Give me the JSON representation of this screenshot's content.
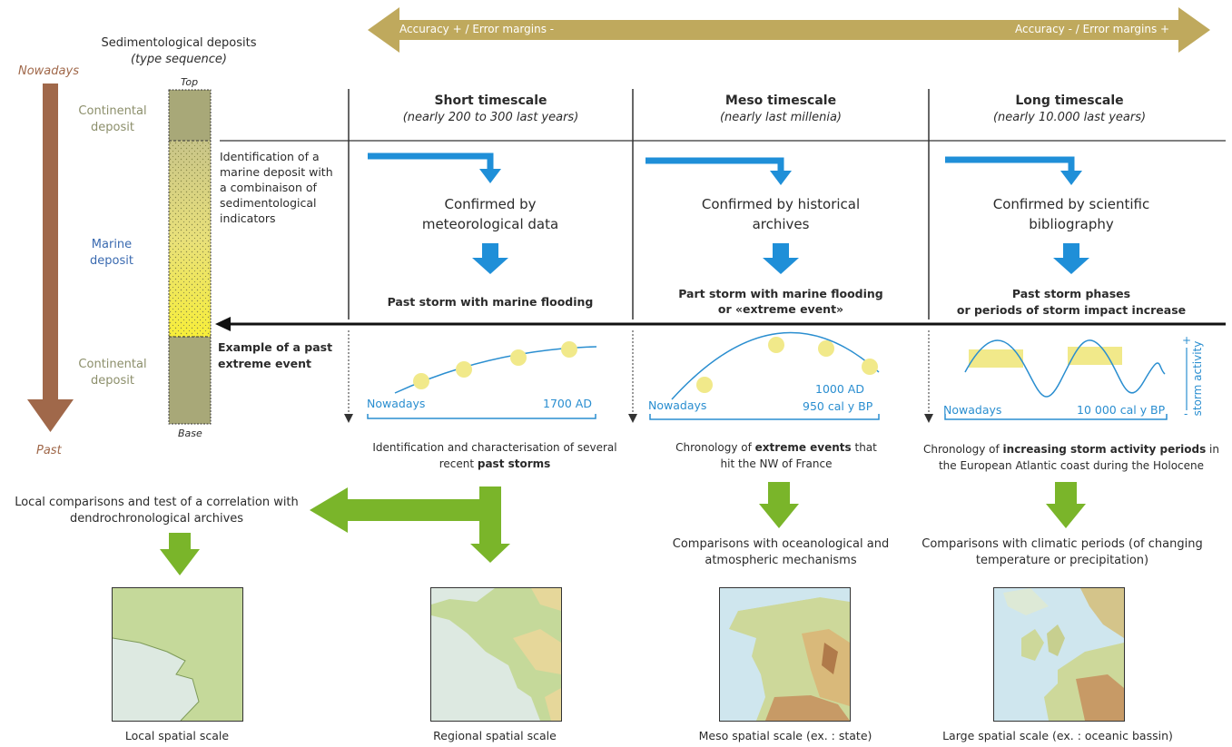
{
  "top_arrow": {
    "left_label": "Accuracy + / Error margins -",
    "right_label": "Accuracy - / Error margins +"
  },
  "left_panel": {
    "title": "Sedimentological deposits",
    "subtitle": "(type sequence)",
    "nowadays": "Nowadays",
    "past": "Past",
    "top": "Top",
    "base": "Base",
    "continental_top": "Continental deposit",
    "marine": "Marine deposit",
    "continental_bottom": "Continental deposit",
    "identification": "Identification of a marine deposit with a combinaison of sedimentological indicators",
    "example": "Example of a past extreme event"
  },
  "columns": [
    {
      "title": "Short timescale",
      "subtitle": "(nearly 200 to 300 last years)",
      "confirmed": "Confirmed by meteorological data",
      "result": "Past storm with marine flooding",
      "chart_left": "Nowadays",
      "chart_right": "1700 AD",
      "caption_plain": "Identification and characterisation of several recent",
      "caption_bold": "past storms"
    },
    {
      "title": "Meso timescale",
      "subtitle": "(nearly last millenia)",
      "confirmed": "Confirmed by historical archives",
      "result_line1": "Part storm with marine flooding",
      "result_line2": "or «extreme event»",
      "chart_left": "Nowadays",
      "chart_right_1": "1000 AD",
      "chart_right_2": "950 cal y BP",
      "caption_pre": "Chronology of",
      "caption_bold": "extreme events",
      "caption_post": "that hit the NW of France",
      "comparison": "Comparisons with oceanological and atmospheric mechanisms",
      "map_label": "Meso spatial scale (ex. : state)"
    },
    {
      "title": "Long timescale",
      "subtitle": "(nearly 10.000 last years)",
      "confirmed": "Confirmed by scientific bibliography",
      "result_line1": "Past storm phases",
      "result_line2": "or periods of storm impact increase",
      "chart_left": "Nowadays",
      "chart_right": "10 000 cal y BP",
      "storm_activity": "storm activity",
      "plus": "+",
      "minus": "-",
      "caption_pre": "Chronology of",
      "caption_bold": "increasing storm activity periods",
      "caption_post": "in the European Atlantic coast during the Holocene",
      "comparison": "Comparisons with climatic periods (of changing temperature or precipitation)",
      "map_label": "Large spatial scale (ex. : oceanic bassin)"
    }
  ],
  "local": {
    "comparison": "Local comparisons and test of a correlation with dendrochronological archives",
    "local_map_label": "Local spatial scale",
    "regional_map_label": "Regional spatial scale"
  },
  "colors": {
    "gold": "#bfa95d",
    "blue": "#1f8fd8",
    "green": "#7ab52a",
    "brown": "#a0684a",
    "yellow_dot": "#f1e98a",
    "chart_line": "#2a8ed0"
  }
}
